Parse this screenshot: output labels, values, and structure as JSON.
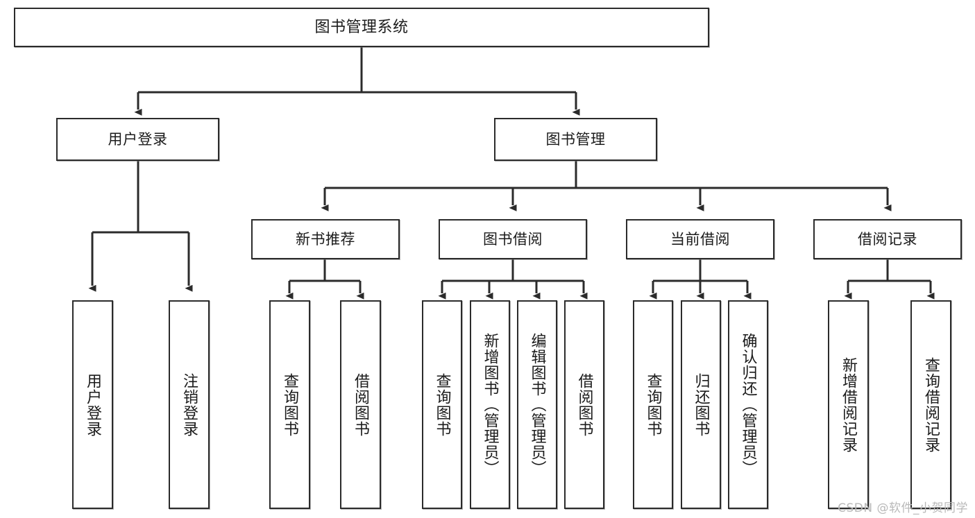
{
  "diagram": {
    "type": "tree",
    "title": "图书管理系统",
    "orientation": "top-down",
    "colors": {
      "box_border": "#2b2b2b",
      "box_fill": "#ffffff",
      "edge": "#2b2b2b",
      "text": "#1b1b1b",
      "watermark": "#b9b9b9"
    },
    "root": {
      "label": "图书管理系统"
    },
    "level2": [
      {
        "label": "用户登录"
      },
      {
        "label": "图书管理"
      }
    ],
    "level3": [
      {
        "label": "新书推荐"
      },
      {
        "label": "图书借阅"
      },
      {
        "label": "当前借阅"
      },
      {
        "label": "借阅记录"
      }
    ],
    "leaves": {
      "user_login": [
        {
          "label": "用户登录"
        },
        {
          "label": "注销登录"
        }
      ],
      "new_book_recommend": [
        {
          "label": "查询图书"
        },
        {
          "label": "借阅图书"
        }
      ],
      "book_borrow": [
        {
          "label": "查询图书"
        },
        {
          "label": "新增图书（管理员）"
        },
        {
          "label": "编辑图书（管理员）"
        },
        {
          "label": "借阅图书"
        }
      ],
      "current_borrow": [
        {
          "label": "查询图书"
        },
        {
          "label": "归还图书"
        },
        {
          "label": "确认归还（管理员）"
        }
      ],
      "borrow_record": [
        {
          "label": "新增借阅记录"
        },
        {
          "label": "查询借阅记录"
        }
      ]
    }
  },
  "watermark": {
    "text": "CSDN @软件_小贺同学"
  }
}
